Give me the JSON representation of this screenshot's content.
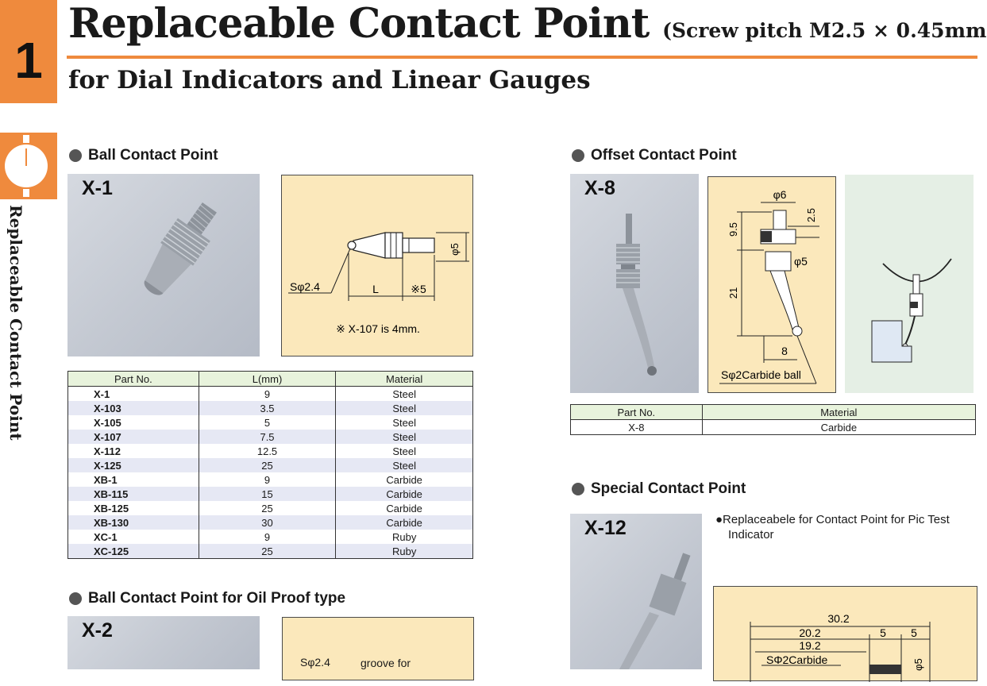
{
  "header": {
    "chapter_number": "1",
    "title": "Replaceable Contact Point",
    "title_note": "(Screw pitch M2.5 × 0.45mm)",
    "subtitle": "for Dial Indicators and Linear Gauges",
    "side_label": "Replaceable Contact Point",
    "accent_color": "#ef8a3d"
  },
  "ball_contact": {
    "title": "Ball Contact Point",
    "model": "X-1",
    "drawing": {
      "ball_label": "Sφ2.4",
      "length_label": "L",
      "thread_label": "※5",
      "dia_label": "φ5",
      "note": "※ X-107 is 4mm."
    },
    "table": {
      "headers": [
        "Part No.",
        "L(mm)",
        "Material"
      ],
      "rows": [
        [
          "X-1",
          "9",
          "Steel"
        ],
        [
          "X-103",
          "3.5",
          "Steel"
        ],
        [
          "X-105",
          "5",
          "Steel"
        ],
        [
          "X-107",
          "7.5",
          "Steel"
        ],
        [
          "X-112",
          "12.5",
          "Steel"
        ],
        [
          "X-125",
          "25",
          "Steel"
        ],
        [
          "XB-1",
          "9",
          "Carbide"
        ],
        [
          "XB-115",
          "15",
          "Carbide"
        ],
        [
          "XB-125",
          "25",
          "Carbide"
        ],
        [
          "XB-130",
          "30",
          "Carbide"
        ],
        [
          "XC-1",
          "9",
          "Ruby"
        ],
        [
          "XC-125",
          "25",
          "Ruby"
        ]
      ]
    }
  },
  "oil_proof": {
    "title": "Ball Contact Point for Oil Proof type",
    "model": "X-2",
    "drawing": {
      "ball_label": "Sφ2.4",
      "groove_label": "groove for"
    }
  },
  "offset_contact": {
    "title": "Offset Contact Point",
    "model": "X-8",
    "drawing": {
      "d6": "φ6",
      "d25": "2.5",
      "d95": "9.5",
      "d5": "φ5",
      "d21": "21",
      "d8": "8",
      "ball_label": "Sφ2Carbide ball"
    },
    "table": {
      "headers": [
        "Part No.",
        "Material"
      ],
      "rows": [
        [
          "X-8",
          "Carbide"
        ]
      ]
    }
  },
  "special_contact": {
    "title": "Special Contact Point",
    "model": "X-12",
    "note_line1": "●Replaceabele for Contact Point for Pic Test",
    "note_line2": "Indicator",
    "drawing": {
      "d302": "30.2",
      "d202": "20.2",
      "d5a": "5",
      "d5b": "5",
      "d192": "19.2",
      "ball_label": "SΦ2Carbide",
      "dia_label": "φ5"
    }
  }
}
